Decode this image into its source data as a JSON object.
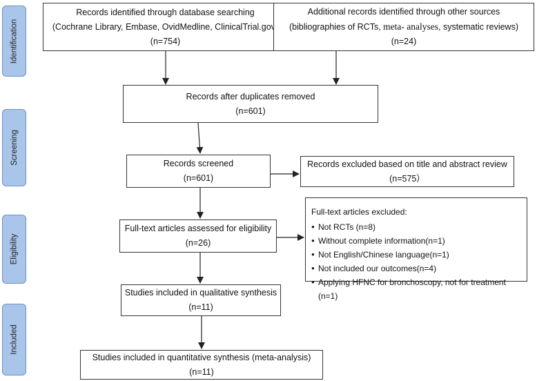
{
  "phases": {
    "identification": "Identification",
    "screening": "Screening",
    "eligibility": "Eligibility",
    "included": "Included"
  },
  "boxes": {
    "database": {
      "line1": "Records identified through database searching",
      "line2": "(Cochrane Library, Embase, OvidMedline, ClinicalTrial.gov)",
      "count": "(n=754)"
    },
    "other_sources": {
      "line1": "Additional records identified through other sources",
      "line2_before": "(bibliographies of RCTs, ",
      "line2_meta": "meta- analyses",
      "line2_after": ", systematic reviews)",
      "count": "(n=24)"
    },
    "duplicates_removed": {
      "label": "Records after duplicates removed",
      "count": "(n=601)"
    },
    "screened": {
      "label": "Records screened",
      "count": "(n=601)"
    },
    "excluded_title": {
      "label": "Records excluded based on title and abstract review",
      "count": "(n=575）"
    },
    "fulltext": {
      "label": "Full-text articles assessed for eligibility",
      "count": "(n=26)"
    },
    "fulltext_excluded": {
      "heading": "Full-text articles excluded:",
      "reasons": [
        "Not RCTs (n=8)",
        "Without complete information(n=1)",
        "Not English/Chinese language(n=1)",
        "Not included our outcomes(n=4)",
        "Applying HFNC for bronchoscopy, not for treatment (n=1)"
      ]
    },
    "qualitative": {
      "label": "Studies included in qualitative synthesis",
      "count": "(n=11)"
    },
    "quantitative": {
      "label": "Studies included in quantitative synthesis (meta-analysis)",
      "count": "(n=11)"
    }
  }
}
